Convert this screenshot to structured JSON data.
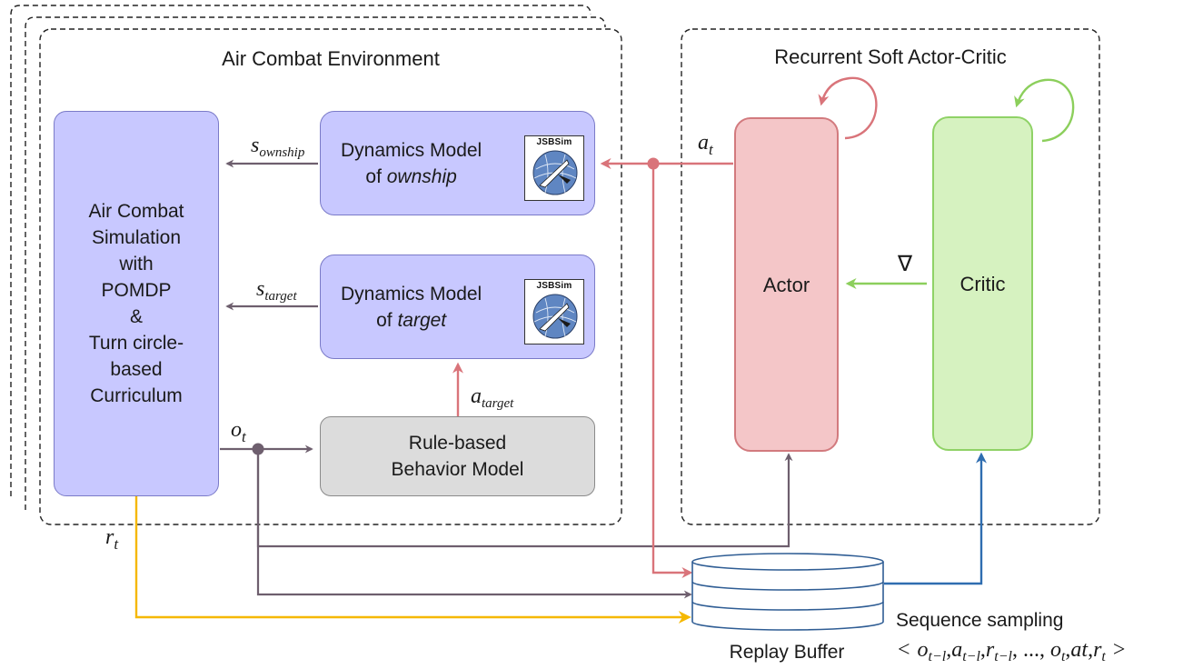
{
  "environment": {
    "title": "Air Combat Environment",
    "simulation_box": {
      "lines": [
        "Air Combat",
        "Simulation",
        "with",
        "POMDP",
        "&",
        "Turn circle-",
        "based",
        "Curriculum"
      ]
    },
    "ownship_model": {
      "line1": "Dynamics Model",
      "line2_prefix": "of ",
      "line2_italic": "ownship"
    },
    "target_model": {
      "line1": "Dynamics Model",
      "line2_prefix": "of ",
      "line2_italic": "target"
    },
    "behavior_model": {
      "line1": "Rule-based",
      "line2": "Behavior Model"
    },
    "logo_text": "JSBSim"
  },
  "agent": {
    "title": "Recurrent Soft Actor-Critic",
    "actor_label": "Actor",
    "critic_label": "Critic",
    "gradient_symbol": "∇"
  },
  "signals": {
    "s_ownship": {
      "base": "s",
      "sub": "ownship"
    },
    "s_target": {
      "base": "s",
      "sub": "target"
    },
    "a_target": {
      "base": "a",
      "sub": "target"
    },
    "o_t": {
      "base": "o",
      "sub": "t"
    },
    "a_t": {
      "base": "a",
      "sub": "t"
    },
    "r_t": {
      "base": "r",
      "sub": "t"
    }
  },
  "replay": {
    "label": "Replay Buffer",
    "sampling_label": "Sequence sampling",
    "sequence_open": "<",
    "sequence": [
      "o",
      "t−l",
      ",",
      "a",
      "t−l",
      ",",
      "r",
      "t−l",
      ", ..., ",
      "o",
      "t",
      ",",
      "at",
      ",",
      "r",
      "t"
    ],
    "sequence_close": ">"
  },
  "colors": {
    "gray_arrow": "#6e5f6e",
    "red_arrow": "#d9747a",
    "green_arrow": "#8ccf5c",
    "yellow_arrow": "#f5b800",
    "blue_arrow": "#2f6db0",
    "buffer_stroke": "#2f5d94"
  }
}
